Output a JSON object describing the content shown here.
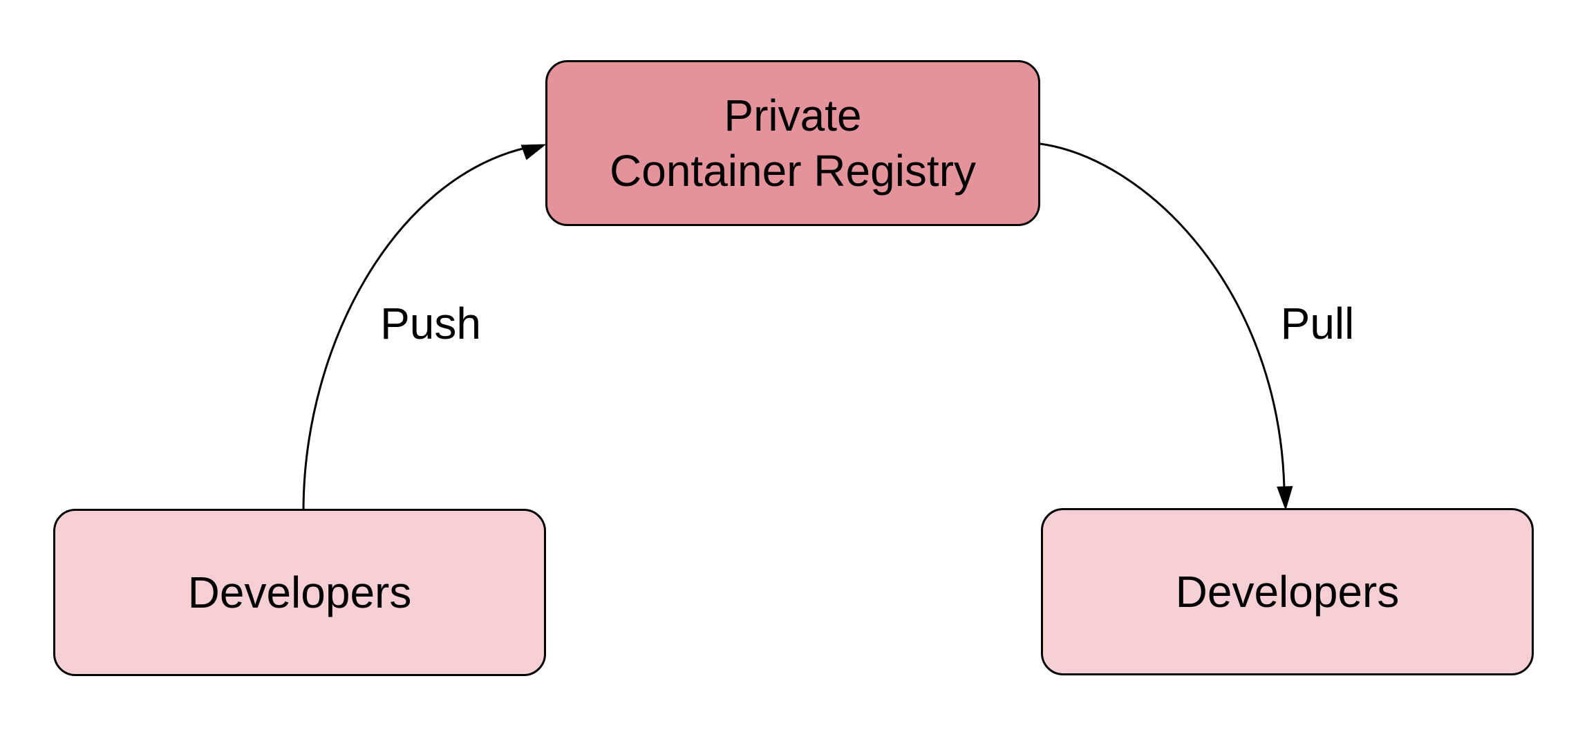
{
  "diagram": {
    "background_color": "#ffffff",
    "line_color": "#000000",
    "text_color": "#000000",
    "nodes": [
      {
        "id": "private-container-registry",
        "label_lines": [
          "Private",
          "Container Registry"
        ],
        "fill": "#e5939a"
      },
      {
        "id": "developers-push-side",
        "label": "Developers",
        "fill": "#f6cfd4"
      },
      {
        "id": "developers-pull-side",
        "label": "Developers",
        "fill": "#f6cfd4"
      }
    ],
    "edges": [
      {
        "id": "push",
        "from": "developers-push-side",
        "to": "private-container-registry",
        "label": "Push"
      },
      {
        "id": "pull",
        "from": "private-container-registry",
        "to": "developers-pull-side",
        "label": "Pull"
      }
    ]
  }
}
